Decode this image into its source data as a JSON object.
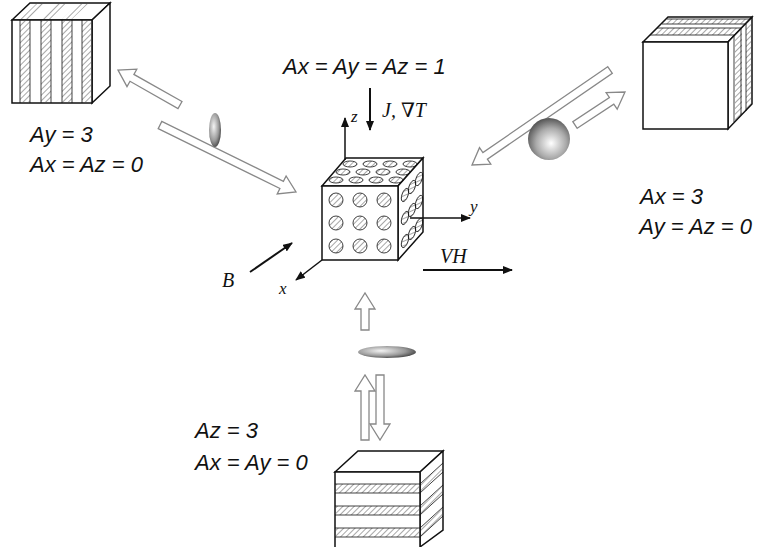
{
  "diagram": {
    "labels": [
      "Ax = Ay = Az = 1",
      "J, ∇T",
      "Ay = 3",
      "Ax = Az = 0",
      "Ax = 3",
      "Ay = Az = 0",
      "z",
      "y",
      "x",
      "B",
      "VH",
      "Az = 3",
      "Ax = Ay = 0"
    ]
  }
}
